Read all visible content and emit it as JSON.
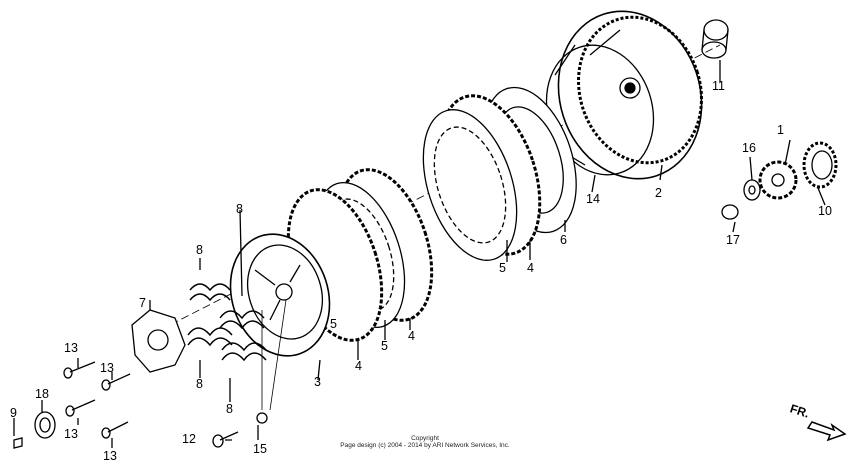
{
  "callouts": [
    "1",
    "2",
    "3",
    "4",
    "4",
    "4",
    "5",
    "5",
    "5",
    "6",
    "7",
    "8",
    "8",
    "8",
    "8",
    "9",
    "10",
    "11",
    "12",
    "13",
    "13",
    "13",
    "13",
    "14",
    "15",
    "16",
    "17",
    "18"
  ],
  "copyright_line1": "Copyright",
  "copyright_line2": "Page design (c) 2004 - 2014 by ARI Network Services, Inc.",
  "direction_label": "FR.",
  "colors": {
    "ink": "#000000",
    "paper": "#ffffff",
    "shade": "#444444"
  }
}
